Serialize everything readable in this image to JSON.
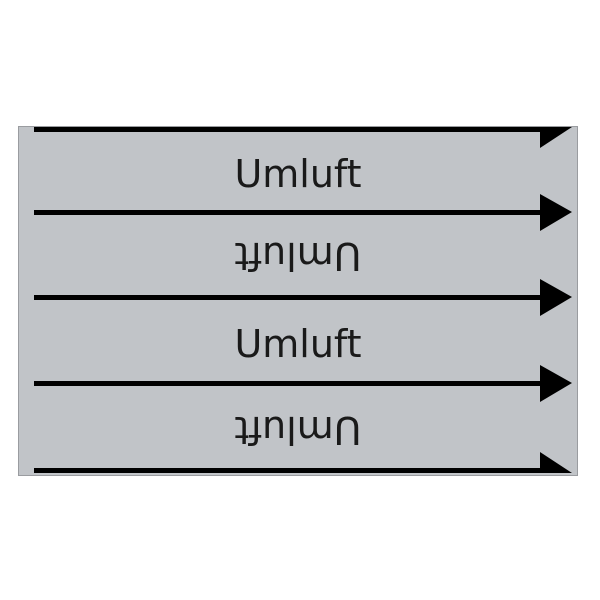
{
  "marker": {
    "medium_text": "Umluft",
    "background_color": "#c1c4c8",
    "text_color": "#1a1a1a",
    "arrow_color": "#000000",
    "rows": [
      {
        "label": "Umluft",
        "orientation": "upright"
      },
      {
        "label": "Umluft",
        "orientation": "inverted"
      },
      {
        "label": "Umluft",
        "orientation": "upright"
      },
      {
        "label": "Umluft",
        "orientation": "inverted"
      }
    ],
    "arrow_direction": "right"
  }
}
